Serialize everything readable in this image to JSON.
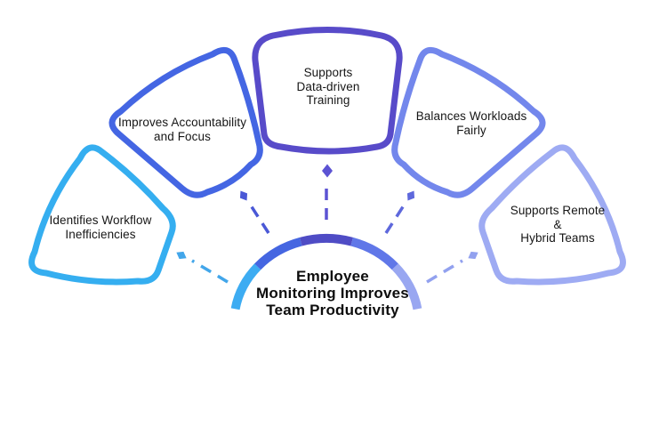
{
  "diagram": {
    "background": "#ffffff",
    "title": {
      "lines": [
        "Employee",
        "Monitoring Improves",
        "Team Productivity"
      ],
      "color": "#0d0d0d"
    },
    "petals": [
      {
        "label": "Identifies Workflow Inefficiencies",
        "lines": [
          "Identifies Workflow",
          "Inefficiencies"
        ],
        "color": "#35aef0"
      },
      {
        "label": "Improves Accountability and Focus",
        "lines": [
          "Improves Accountability",
          "and Focus"
        ],
        "color": "#4466e3"
      },
      {
        "label": "Supports Data-driven Training",
        "lines": [
          "Supports",
          "Data-driven",
          "Training"
        ],
        "color": "#584bc9"
      },
      {
        "label": "Balances Workloads Fairly",
        "lines": [
          "Balances Workloads",
          "Fairly"
        ],
        "color": "#7387ec"
      },
      {
        "label": "Supports Remote & Hybrid Teams",
        "lines": [
          "Supports Remote",
          "&",
          "Hybrid Teams"
        ],
        "color": "#9eabf3"
      }
    ],
    "hub_arc": {
      "segment_colors": [
        "#3dacf2",
        "#4566e1",
        "#4f4cc5",
        "#6077e8",
        "#99a7f1"
      ]
    },
    "connectors": {
      "colors": [
        "#42a6ea",
        "#4a58d6",
        "#5c53d3",
        "#5e68dc",
        "#92a1ef"
      ]
    }
  }
}
